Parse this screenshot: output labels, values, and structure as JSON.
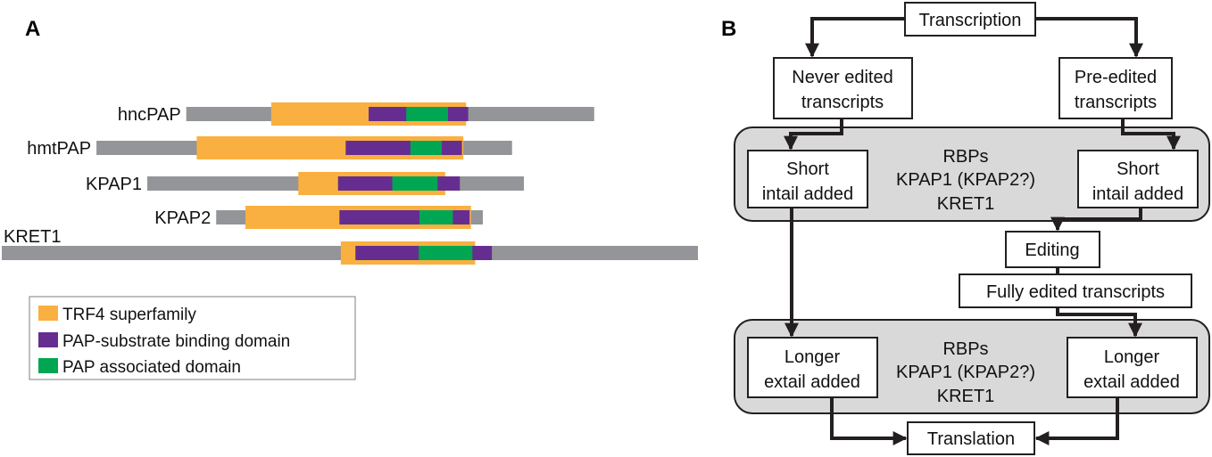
{
  "panel_a": {
    "label": "A",
    "proteins": [
      {
        "name": "hncPAP",
        "full": [
          0.265,
          0.851
        ],
        "trf4": [
          0.387,
          0.667
        ],
        "pap_binding": [
          0.527,
          0.67
        ],
        "pap_associated": [
          0.581,
          0.641
        ]
      },
      {
        "name": "hmtPAP",
        "full": [
          0.136,
          0.733
        ],
        "trf4": [
          0.28,
          0.663
        ],
        "pap_binding": [
          0.494,
          0.661
        ],
        "pap_associated": [
          0.587,
          0.632
        ]
      },
      {
        "name": "KPAP1",
        "full": [
          0.209,
          0.75
        ],
        "trf4": [
          0.426,
          0.637
        ],
        "pap_binding": [
          0.483,
          0.658
        ],
        "pap_associated": [
          0.561,
          0.626
        ]
      },
      {
        "name": "KPAP2",
        "full": [
          0.308,
          0.691
        ],
        "trf4": [
          0.35,
          0.674
        ],
        "pap_binding": [
          0.485,
          0.672
        ],
        "pap_associated": [
          0.6,
          0.648
        ]
      },
      {
        "name": "KRET1",
        "full": [
          0.0,
          1.0
        ],
        "trf4": [
          0.487,
          0.68
        ],
        "pap_binding": [
          0.508,
          0.704
        ],
        "pap_associated": [
          0.599,
          0.676
        ]
      }
    ],
    "legend": [
      {
        "label": "TRF4 superfamily",
        "color": "#F9B040"
      },
      {
        "label": "PAP-substrate binding domain",
        "color": "#662D91"
      },
      {
        "label": "PAP associated domain",
        "color": "#00A651"
      }
    ],
    "backbone_color": "#939598"
  },
  "panel_b": {
    "label": "B",
    "nodes": {
      "transcription": "Transcription",
      "never_edited": [
        "Never edited",
        "transcripts"
      ],
      "pre_edited": [
        "Pre-edited",
        "transcripts"
      ],
      "short_left": [
        "Short",
        "intail added"
      ],
      "short_right": [
        "Short",
        "intail added"
      ],
      "editing": "Editing",
      "fully_edited": "Fully edited transcripts",
      "longer_left": [
        "Longer",
        "extail added"
      ],
      "longer_right": [
        "Longer",
        "extail added"
      ],
      "translation": "Translation"
    },
    "groups": [
      {
        "lines": [
          "RBPs",
          "KPAP1 (KPAP2?)",
          "KRET1"
        ]
      },
      {
        "lines": [
          "RBPs",
          "KPAP1 (KPAP2?)",
          "KRET1"
        ]
      }
    ],
    "group_fill": "#D9D9DA"
  }
}
